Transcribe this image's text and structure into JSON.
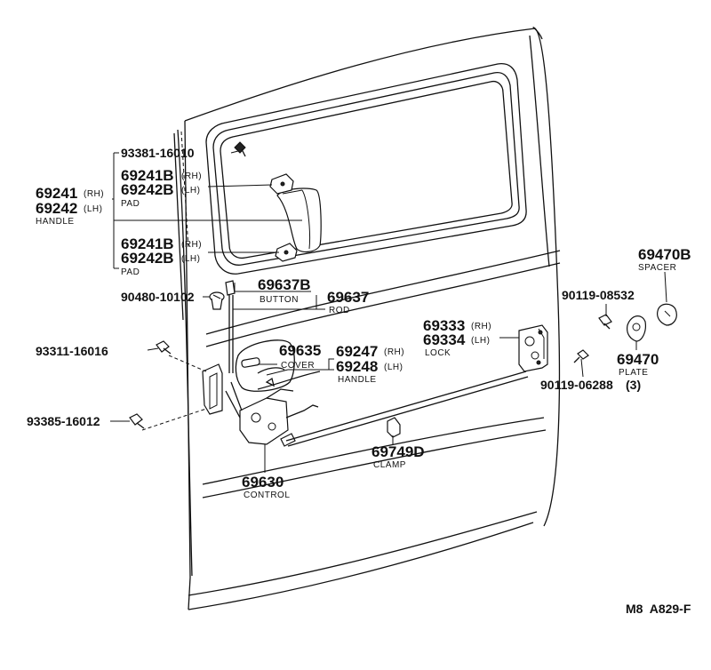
{
  "labels": {
    "p93381": "93381-16010",
    "p69241b_1": "69241B",
    "p69241b_1_rh": "(RH)",
    "p69242b_1": "69242B",
    "p69242b_1_lh": "(LH)",
    "pad_1": "PAD",
    "p69241": "69241",
    "p69241_rh": "(RH)",
    "p69242": "69242",
    "p69242_lh": "(LH)",
    "handle_1": "HANDLE",
    "p69241b_2": "69241B",
    "p69241b_2_rh": "(RH)",
    "p69242b_2": "69242B",
    "p69242b_2_lh": "(LH)",
    "pad_2": "PAD",
    "p90480": "90480-10102",
    "p69637b": "69637B",
    "button": "BUTTON",
    "p69637": "69637",
    "rod": "ROD",
    "p93311": "93311-16016",
    "p69635": "69635",
    "cover": "COVER",
    "p69247": "69247",
    "p69247_rh": "(RH)",
    "p69248": "69248",
    "p69248_lh": "(LH)",
    "handle_2": "HANDLE",
    "p93385": "93385-16012",
    "p69630": "69630",
    "control": "CONTROL",
    "p69749d": "69749D",
    "clamp": "CLAMP",
    "p69333": "69333",
    "p69333_rh": "(RH)",
    "p69334": "69334",
    "p69334_lh": "(LH)",
    "lock": "LOCK",
    "p90119_08532": "90119-08532",
    "p69470b": "69470B",
    "spacer": "SPACER",
    "p69470": "69470",
    "plate": "PLATE",
    "p90119_06288": "90119-06288",
    "p90119_06288_qty": "(3)",
    "ref": "M8  A829-F"
  }
}
